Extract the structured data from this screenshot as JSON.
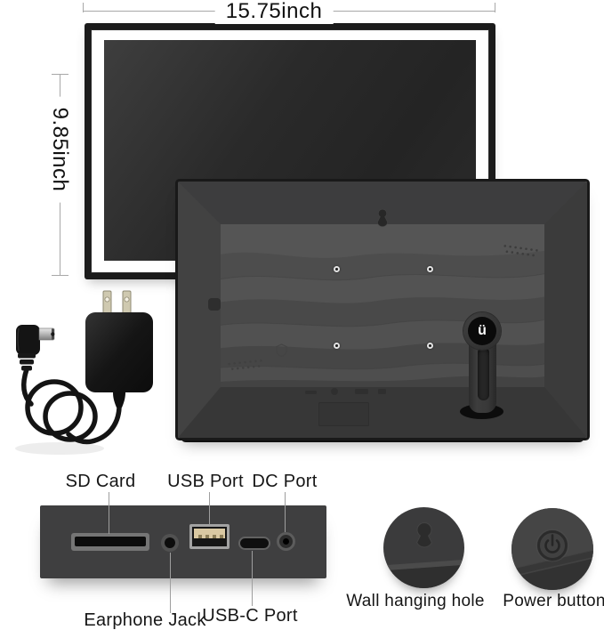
{
  "dimensions": {
    "width_label": "15.75inch",
    "height_label": "9.85inch"
  },
  "back_view": {
    "brand_logo": "ü"
  },
  "port_labels": {
    "sd_card": "SD Card",
    "usb_port": "USB Port",
    "dc_port": "DC Port",
    "earphone_jack": "Earphone Jack",
    "usb_c_port": "USB-C Port"
  },
  "callout_labels": {
    "wall_hanging_hole": "Wall hanging hole",
    "power_button": "Power button"
  },
  "icons": {
    "wall_hanging": "keyhole-icon",
    "power": "power-icon",
    "plug": "us-plug-prongs-icon"
  },
  "colors": {
    "frame_black": "#1b1b1b",
    "mat_white": "#ffffff",
    "back_bevel_gray": "#3d3d3e",
    "back_panel_gray": "#4e4e4e",
    "ports_bar_gray": "#3f3f40",
    "usb_tongue": "#d9c8a2",
    "label_text": "#161616",
    "dimension_line": "#a8a8a8"
  }
}
